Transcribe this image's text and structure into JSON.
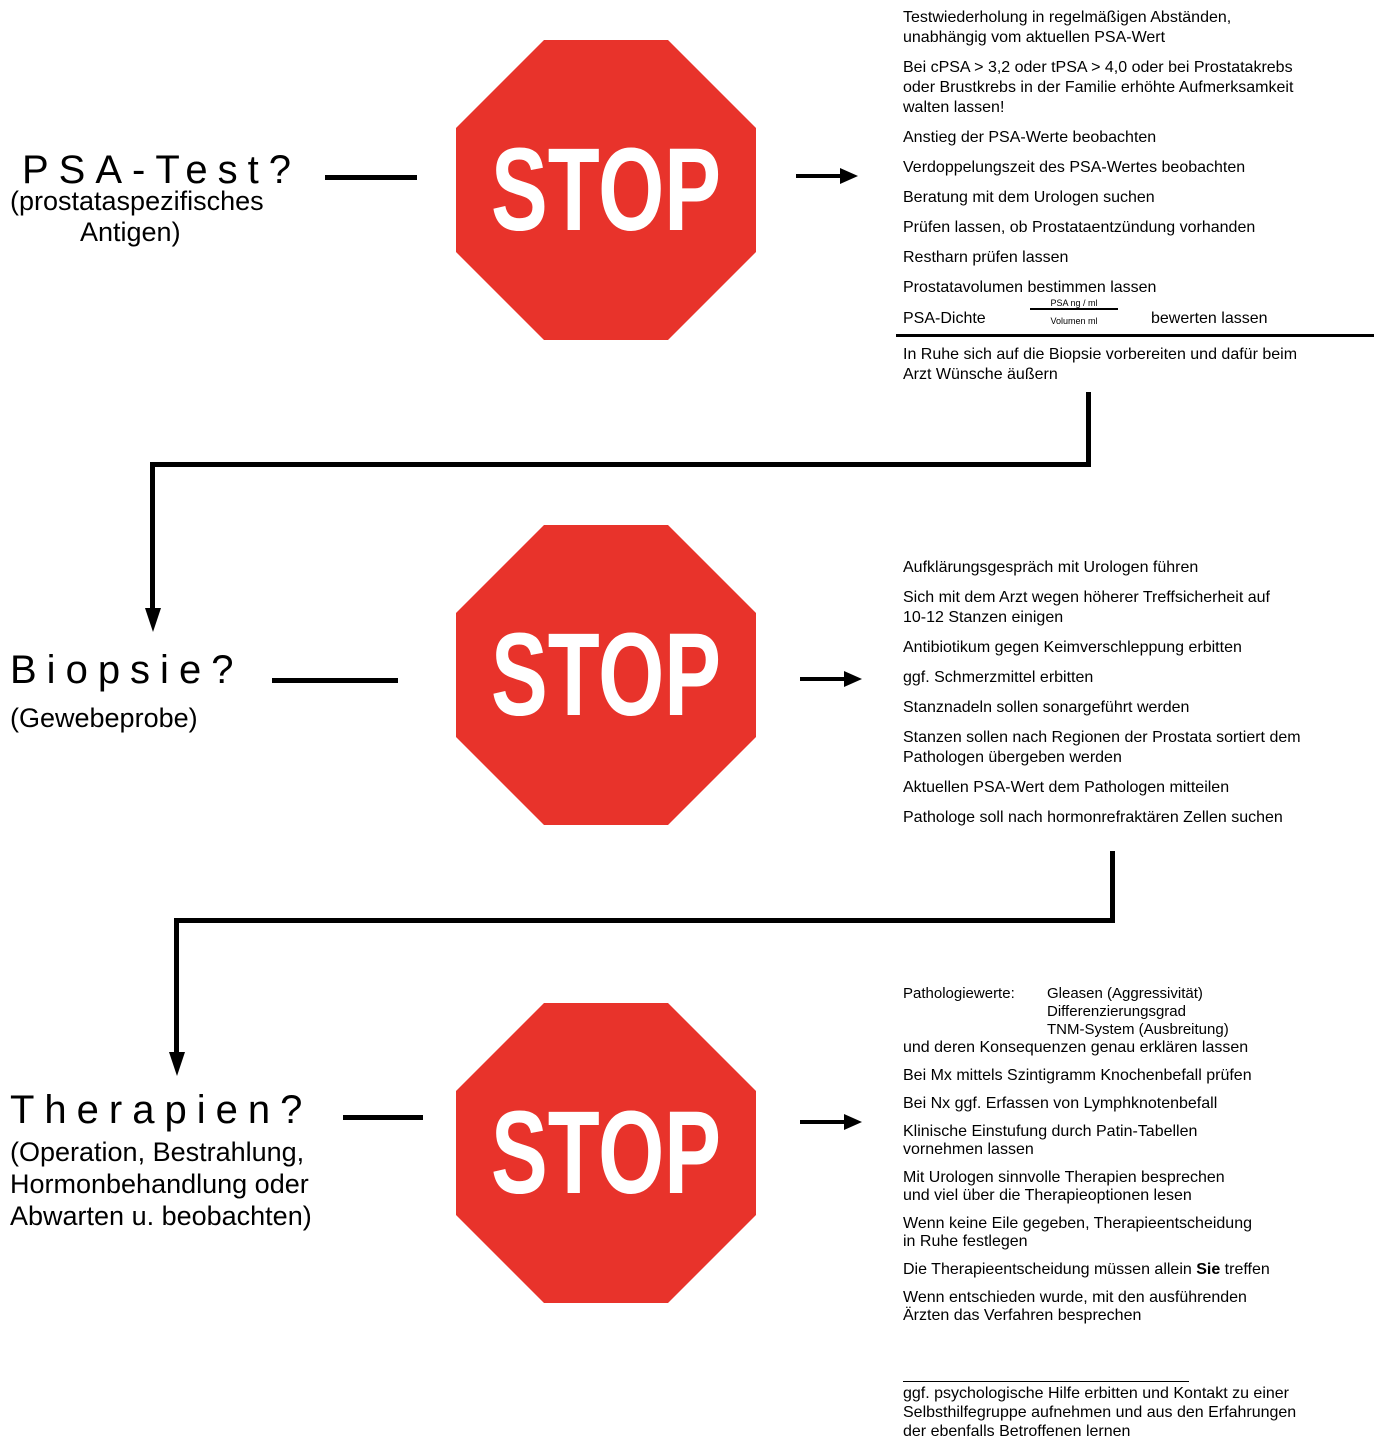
{
  "stages": [
    {
      "title": "PSA-Test?",
      "subtitle": [
        "(prostataspezifisches",
        "Antigen)"
      ],
      "sign_text": "STOP",
      "notes": [
        "Testwiederholung in regelmäßigen Abständen,\nunabhängig vom aktuellen PSA-Wert",
        "Bei cPSA > 3,2 oder tPSA > 4,0 oder bei Prostatakrebs\noder Brustkrebs in der Familie erhöhte Aufmerksamkeit\nwalten lassen!",
        "Anstieg der PSA-Werte beobachten",
        "Verdoppelungszeit des PSA-Wertes beobachten",
        "Beratung mit dem Urologen suchen",
        "Prüfen lassen, ob Prostataentzündung vorhanden",
        "Restharn prüfen lassen",
        "Prostatavolumen bestimmen lassen"
      ],
      "density": {
        "label": "PSA-Dichte",
        "numerator": "PSA ng / ml",
        "denominator": "Volumen ml",
        "suffix": "bewerten lassen"
      },
      "after_line": "In Ruhe sich auf die Biopsie vorbereiten und dafür beim\nArzt Wünsche äußern"
    },
    {
      "title": "Biopsie?",
      "subtitle": [
        "(Gewebeprobe)"
      ],
      "sign_text": "STOP",
      "notes": [
        "Aufklärungsgespräch mit Urologen führen",
        "Sich mit dem Arzt wegen höherer Treffsicherheit auf\n10-12 Stanzen einigen",
        "Antibiotikum gegen Keimverschleppung erbitten",
        "ggf. Schmerzmittel erbitten",
        "Stanznadeln sollen sonargeführt werden",
        "Stanzen sollen nach Regionen der Prostata sortiert dem\nPathologen übergeben werden",
        "Aktuellen PSA-Wert dem Pathologen mitteilen",
        "Pathologe soll nach hormonrefraktären Zellen suchen"
      ]
    },
    {
      "title": "Therapien?",
      "subtitle": [
        "(Operation, Bestrahlung,",
        "Hormonbehandlung oder",
        "Abwarten u. beobachten)"
      ],
      "sign_text": "STOP",
      "patho_label": "Pathologiewerte:",
      "patho_values": [
        "Gleasen (Aggressivität)",
        "Differenzierungsgrad",
        "TNM-System (Ausbreitung)"
      ],
      "patho_after": "und deren Konsequenzen genau erklären lassen",
      "notes": [
        "Bei Mx mittels Szintigramm Knochenbefall prüfen",
        "Bei Nx ggf. Erfassen von Lymphknotenbefall",
        "Klinische Einstufung durch Patin-Tabellen\nvornehmen lassen",
        "Mit Urologen sinnvolle Therapien besprechen\nund viel über die Therapieoptionen lesen",
        "Wenn keine Eile gegeben, Therapieentscheidung\nin Ruhe festlegen"
      ],
      "decision_pre": "Die Therapieentscheidung müssen allein ",
      "decision_bold": "Sie",
      "decision_post": " treffen",
      "notes_after": [
        "Wenn entschieden wurde, mit den ausführenden\nÄrzten das Verfahren besprechen"
      ],
      "footer": "ggf. psychologische Hilfe erbitten und Kontakt zu einer\nSelbsthilfegruppe aufnehmen und aus den Erfahrungen\nder ebenfalls Betroffenen lernen"
    }
  ],
  "colors": {
    "sign_red": "#e8332b",
    "sign_border": "#ffffff",
    "line": "#000000"
  }
}
